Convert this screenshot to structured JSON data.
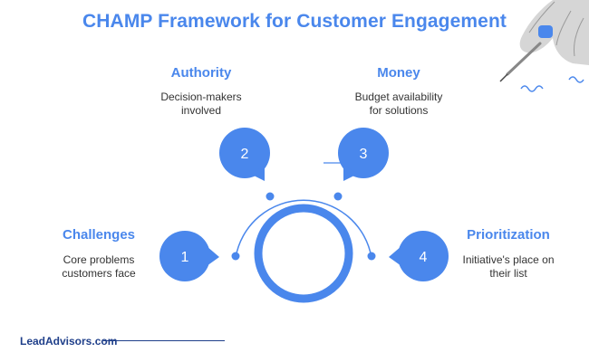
{
  "title": "CHAMP Framework for Customer Engagement",
  "steps": [
    {
      "number": "1",
      "heading": "Challenges",
      "description_lines": [
        "Core problems",
        "customers face"
      ]
    },
    {
      "number": "2",
      "heading": "Authority",
      "description_lines": [
        "Decision-makers",
        "involved"
      ]
    },
    {
      "number": "3",
      "heading": "Money",
      "description_lines": [
        "Budget availability",
        "for solutions"
      ]
    },
    {
      "number": "4",
      "heading": "Prioritization",
      "description_lines": [
        "Initiative's place on",
        "their list"
      ]
    }
  ],
  "footer": {
    "logo": "LeadAdvisors.com"
  },
  "colors": {
    "accent": "#4a87ec",
    "text": "#333333",
    "footer": "#1f3f8a"
  }
}
